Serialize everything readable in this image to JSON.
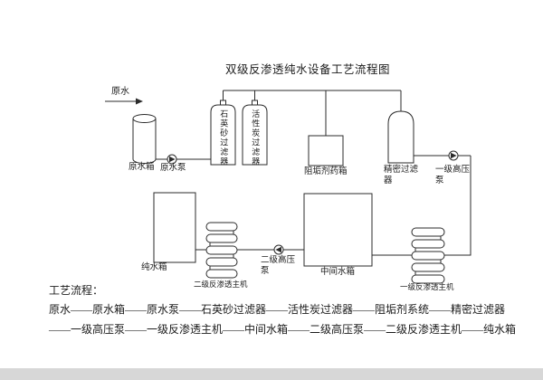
{
  "title": "双级反渗透纯水设备工艺流程图",
  "labels": {
    "raw_water": "原水",
    "raw_water_tank": "原水箱",
    "raw_water_pump": "原水泵",
    "quartz_sand_filter": "石英砂过滤器",
    "activated_carbon_filter": "活性炭过滤器",
    "antiscalant_tank": "阻垢剂药箱",
    "precision_filter": "精密过滤器",
    "stage1_hp_pump": "一级高压泵",
    "pure_water_tank": "纯水箱",
    "stage2_ro_unit": "二级反渗透主机",
    "stage2_hp_pump": "二级高压泵",
    "intermediate_tank": "中间水箱",
    "stage1_ro_unit": "一级反渗透主机"
  },
  "process_flow": {
    "heading": "工艺流程：",
    "line1": "原水——原水箱——原水泵——石英砂过滤器——活性炭过滤器——阻垢剂系统——精密过滤器",
    "line2": "——一级高压泵——一级反渗透主机——中间水箱——二级高压泵——二级反渗透主机——纯水箱"
  },
  "colors": {
    "line": "#2b2b2b",
    "background": "#ffffff",
    "bottom_strip": "#d7d7d7"
  }
}
